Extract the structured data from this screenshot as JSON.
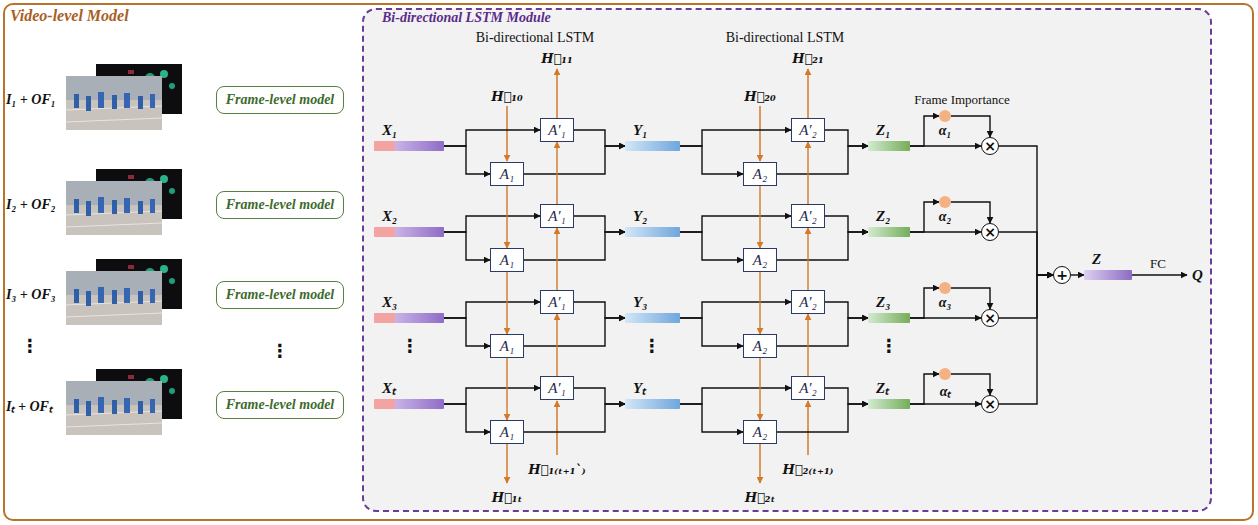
{
  "diagram": {
    "nodes": [
      {
        "text": [
          "Video-level Model"
        ]
      },
      {
        "text": [
          "Bi-directional LSTM Module"
        ],
        "in": 0
      },
      {
        "text": [
          "Frame-level model"
        ],
        "in": 0
      },
      {
        "text": [
          "Frame-level model"
        ],
        "in": 0
      },
      {
        "text": [
          "Frame-level model"
        ],
        "in": 0
      },
      {
        "text": [
          "Frame-level model"
        ],
        "in": 0
      },
      {
        "text": [
          "X₁"
        ],
        "in": 1
      },
      {
        "text": [
          "X₂"
        ],
        "in": 1
      },
      {
        "text": [
          "X₃"
        ],
        "in": 1
      },
      {
        "text": [
          "Xₜ"
        ],
        "in": 1
      },
      {
        "text": [
          "A′₁"
        ],
        "in": 1
      },
      {
        "text": [
          "A′₁"
        ],
        "in": 1
      },
      {
        "text": [
          "A′₁"
        ],
        "in": 1
      },
      {
        "text": [
          "A′₁"
        ],
        "in": 1
      },
      {
        "text": [
          "A₁"
        ],
        "in": 1
      },
      {
        "text": [
          "A₁"
        ],
        "in": 1
      },
      {
        "text": [
          "A₁"
        ],
        "in": 1
      },
      {
        "text": [
          "A₁"
        ],
        "in": 1
      },
      {
        "text": [
          "Y₁"
        ],
        "in": 1
      },
      {
        "text": [
          "Y₂"
        ],
        "in": 1
      },
      {
        "text": [
          "Y₃"
        ],
        "in": 1
      },
      {
        "text": [
          "Yₜ"
        ],
        "in": 1
      },
      {
        "text": [
          "A′₂"
        ],
        "in": 1
      },
      {
        "text": [
          "A′₂"
        ],
        "in": 1
      },
      {
        "text": [
          "A′₂"
        ],
        "in": 1
      },
      {
        "text": [
          "A′₂"
        ],
        "in": 1
      },
      {
        "text": [
          "A₂"
        ],
        "in": 1
      },
      {
        "text": [
          "A₂"
        ],
        "in": 1
      },
      {
        "text": [
          "A₂"
        ],
        "in": 1
      },
      {
        "text": [
          "A₂"
        ],
        "in": 1
      },
      {
        "text": [
          "Z₁"
        ],
        "in": 1
      },
      {
        "text": [
          "Z₂"
        ],
        "in": 1
      },
      {
        "text": [
          "Z₃"
        ],
        "in": 1
      },
      {
        "text": [
          "Zₜ"
        ],
        "in": 1
      },
      {
        "text": [
          "α₁"
        ],
        "in": 1
      },
      {
        "text": [
          "α₂"
        ],
        "in": 1
      },
      {
        "text": [
          "α₃"
        ],
        "in": 1
      },
      {
        "text": [
          "αₜ"
        ],
        "in": 1
      },
      {
        "text": [
          "×"
        ],
        "in": 1
      },
      {
        "text": [
          "×"
        ],
        "in": 1
      },
      {
        "text": [
          "×"
        ],
        "in": 1
      },
      {
        "text": [
          "×"
        ],
        "in": 1
      },
      {
        "text": [
          "+"
        ],
        "in": 1
      },
      {
        "text": [
          "Z"
        ],
        "in": 1
      }
    ],
    "edges": [
      {
        "from": 6,
        "to": 14,
        "arrow": "to"
      },
      {
        "from": 6,
        "to": 10,
        "arrow": "to"
      },
      {
        "from": 14,
        "to": 18,
        "arrow": "to"
      },
      {
        "from": 10,
        "to": 18,
        "arrow": "to"
      },
      {
        "from": 18,
        "to": 26,
        "arrow": "to"
      },
      {
        "from": 18,
        "to": 22,
        "arrow": "to"
      },
      {
        "from": 26,
        "to": 30,
        "arrow": "to"
      },
      {
        "from": 22,
        "to": 30,
        "arrow": "to"
      },
      {
        "from": 30,
        "to": 34,
        "arrow": "to"
      },
      {
        "from": 34,
        "to": 38,
        "arrow": "to"
      },
      {
        "from": 30,
        "to": 38,
        "arrow": "to"
      },
      {
        "from": 38,
        "to": 42,
        "arrow": "to"
      },
      {
        "from": 7,
        "to": 15,
        "arrow": "to"
      },
      {
        "from": 7,
        "to": 11,
        "arrow": "to"
      },
      {
        "from": 15,
        "to": 19,
        "arrow": "to"
      },
      {
        "from": 11,
        "to": 19,
        "arrow": "to"
      },
      {
        "from": 19,
        "to": 27,
        "arrow": "to"
      },
      {
        "from": 19,
        "to": 23,
        "arrow": "to"
      },
      {
        "from": 27,
        "to": 31,
        "arrow": "to"
      },
      {
        "from": 23,
        "to": 31,
        "arrow": "to"
      },
      {
        "from": 31,
        "to": 35,
        "arrow": "to"
      },
      {
        "from": 35,
        "to": 39,
        "arrow": "to"
      },
      {
        "from": 31,
        "to": 39,
        "arrow": "to"
      },
      {
        "from": 39,
        "to": 42,
        "arrow": "to"
      },
      {
        "from": 8,
        "to": 16,
        "arrow": "to"
      },
      {
        "from": 8,
        "to": 12,
        "arrow": "to"
      },
      {
        "from": 16,
        "to": 20,
        "arrow": "to"
      },
      {
        "from": 12,
        "to": 20,
        "arrow": "to"
      },
      {
        "from": 20,
        "to": 28,
        "arrow": "to"
      },
      {
        "from": 20,
        "to": 24,
        "arrow": "to"
      },
      {
        "from": 28,
        "to": 32,
        "arrow": "to"
      },
      {
        "from": 24,
        "to": 32,
        "arrow": "to"
      },
      {
        "from": 32,
        "to": 36,
        "arrow": "to"
      },
      {
        "from": 36,
        "to": 40,
        "arrow": "to"
      },
      {
        "from": 32,
        "to": 40,
        "arrow": "to"
      },
      {
        "from": 40,
        "to": 42,
        "arrow": "to"
      },
      {
        "from": 9,
        "to": 17,
        "arrow": "to"
      },
      {
        "from": 9,
        "to": 13,
        "arrow": "to"
      },
      {
        "from": 17,
        "to": 21,
        "arrow": "to"
      },
      {
        "from": 13,
        "to": 21,
        "arrow": "to"
      },
      {
        "from": 21,
        "to": 29,
        "arrow": "to"
      },
      {
        "from": 21,
        "to": 25,
        "arrow": "to"
      },
      {
        "from": 29,
        "to": 33,
        "arrow": "to"
      },
      {
        "from": 25,
        "to": 33,
        "arrow": "to"
      },
      {
        "from": 33,
        "to": 37,
        "arrow": "to"
      },
      {
        "from": 37,
        "to": 41,
        "arrow": "to"
      },
      {
        "from": 33,
        "to": 41,
        "arrow": "to"
      },
      {
        "from": 41,
        "to": 42,
        "arrow": "to"
      },
      {
        "from": 14,
        "to": 15,
        "arrow": "to"
      },
      {
        "from": 15,
        "to": 16,
        "arrow": "to"
      },
      {
        "from": 16,
        "to": 17,
        "arrow": "to"
      },
      {
        "from": 13,
        "to": 12,
        "arrow": "to"
      },
      {
        "from": 12,
        "to": 11,
        "arrow": "to"
      },
      {
        "from": 11,
        "to": 10,
        "arrow": "to"
      },
      {
        "from": 26,
        "to": 27,
        "arrow": "to"
      },
      {
        "from": 27,
        "to": 28,
        "arrow": "to"
      },
      {
        "from": 28,
        "to": 29,
        "arrow": "to"
      },
      {
        "from": 25,
        "to": 24,
        "arrow": "to"
      },
      {
        "from": 24,
        "to": 23,
        "arrow": "to"
      },
      {
        "from": 23,
        "to": 22,
        "arrow": "to"
      },
      {
        "from": 42,
        "to": 43,
        "arrow": "to"
      }
    ],
    "labels": [
      "I₁ + OF₁",
      "I₂ + OF₂",
      "I₃ + OF₃",
      "⋮",
      "Iₜ + OFₜ",
      "⋮",
      "Bi-directional LSTM",
      "Bi-directional LSTM",
      "H⃗₁₀",
      "H⃖₁₁",
      "H⃗₂₀",
      "H⃖₂₁",
      "Frame Importance",
      "⋮",
      "⋮",
      "⋮",
      "H⃖₁₍ₜ₊₁`₎",
      "H⃗₁ₜ",
      "H⃖₂₍ₜ₊₁₎",
      "H⃗₂ₜ",
      "FC",
      "Q"
    ]
  }
}
